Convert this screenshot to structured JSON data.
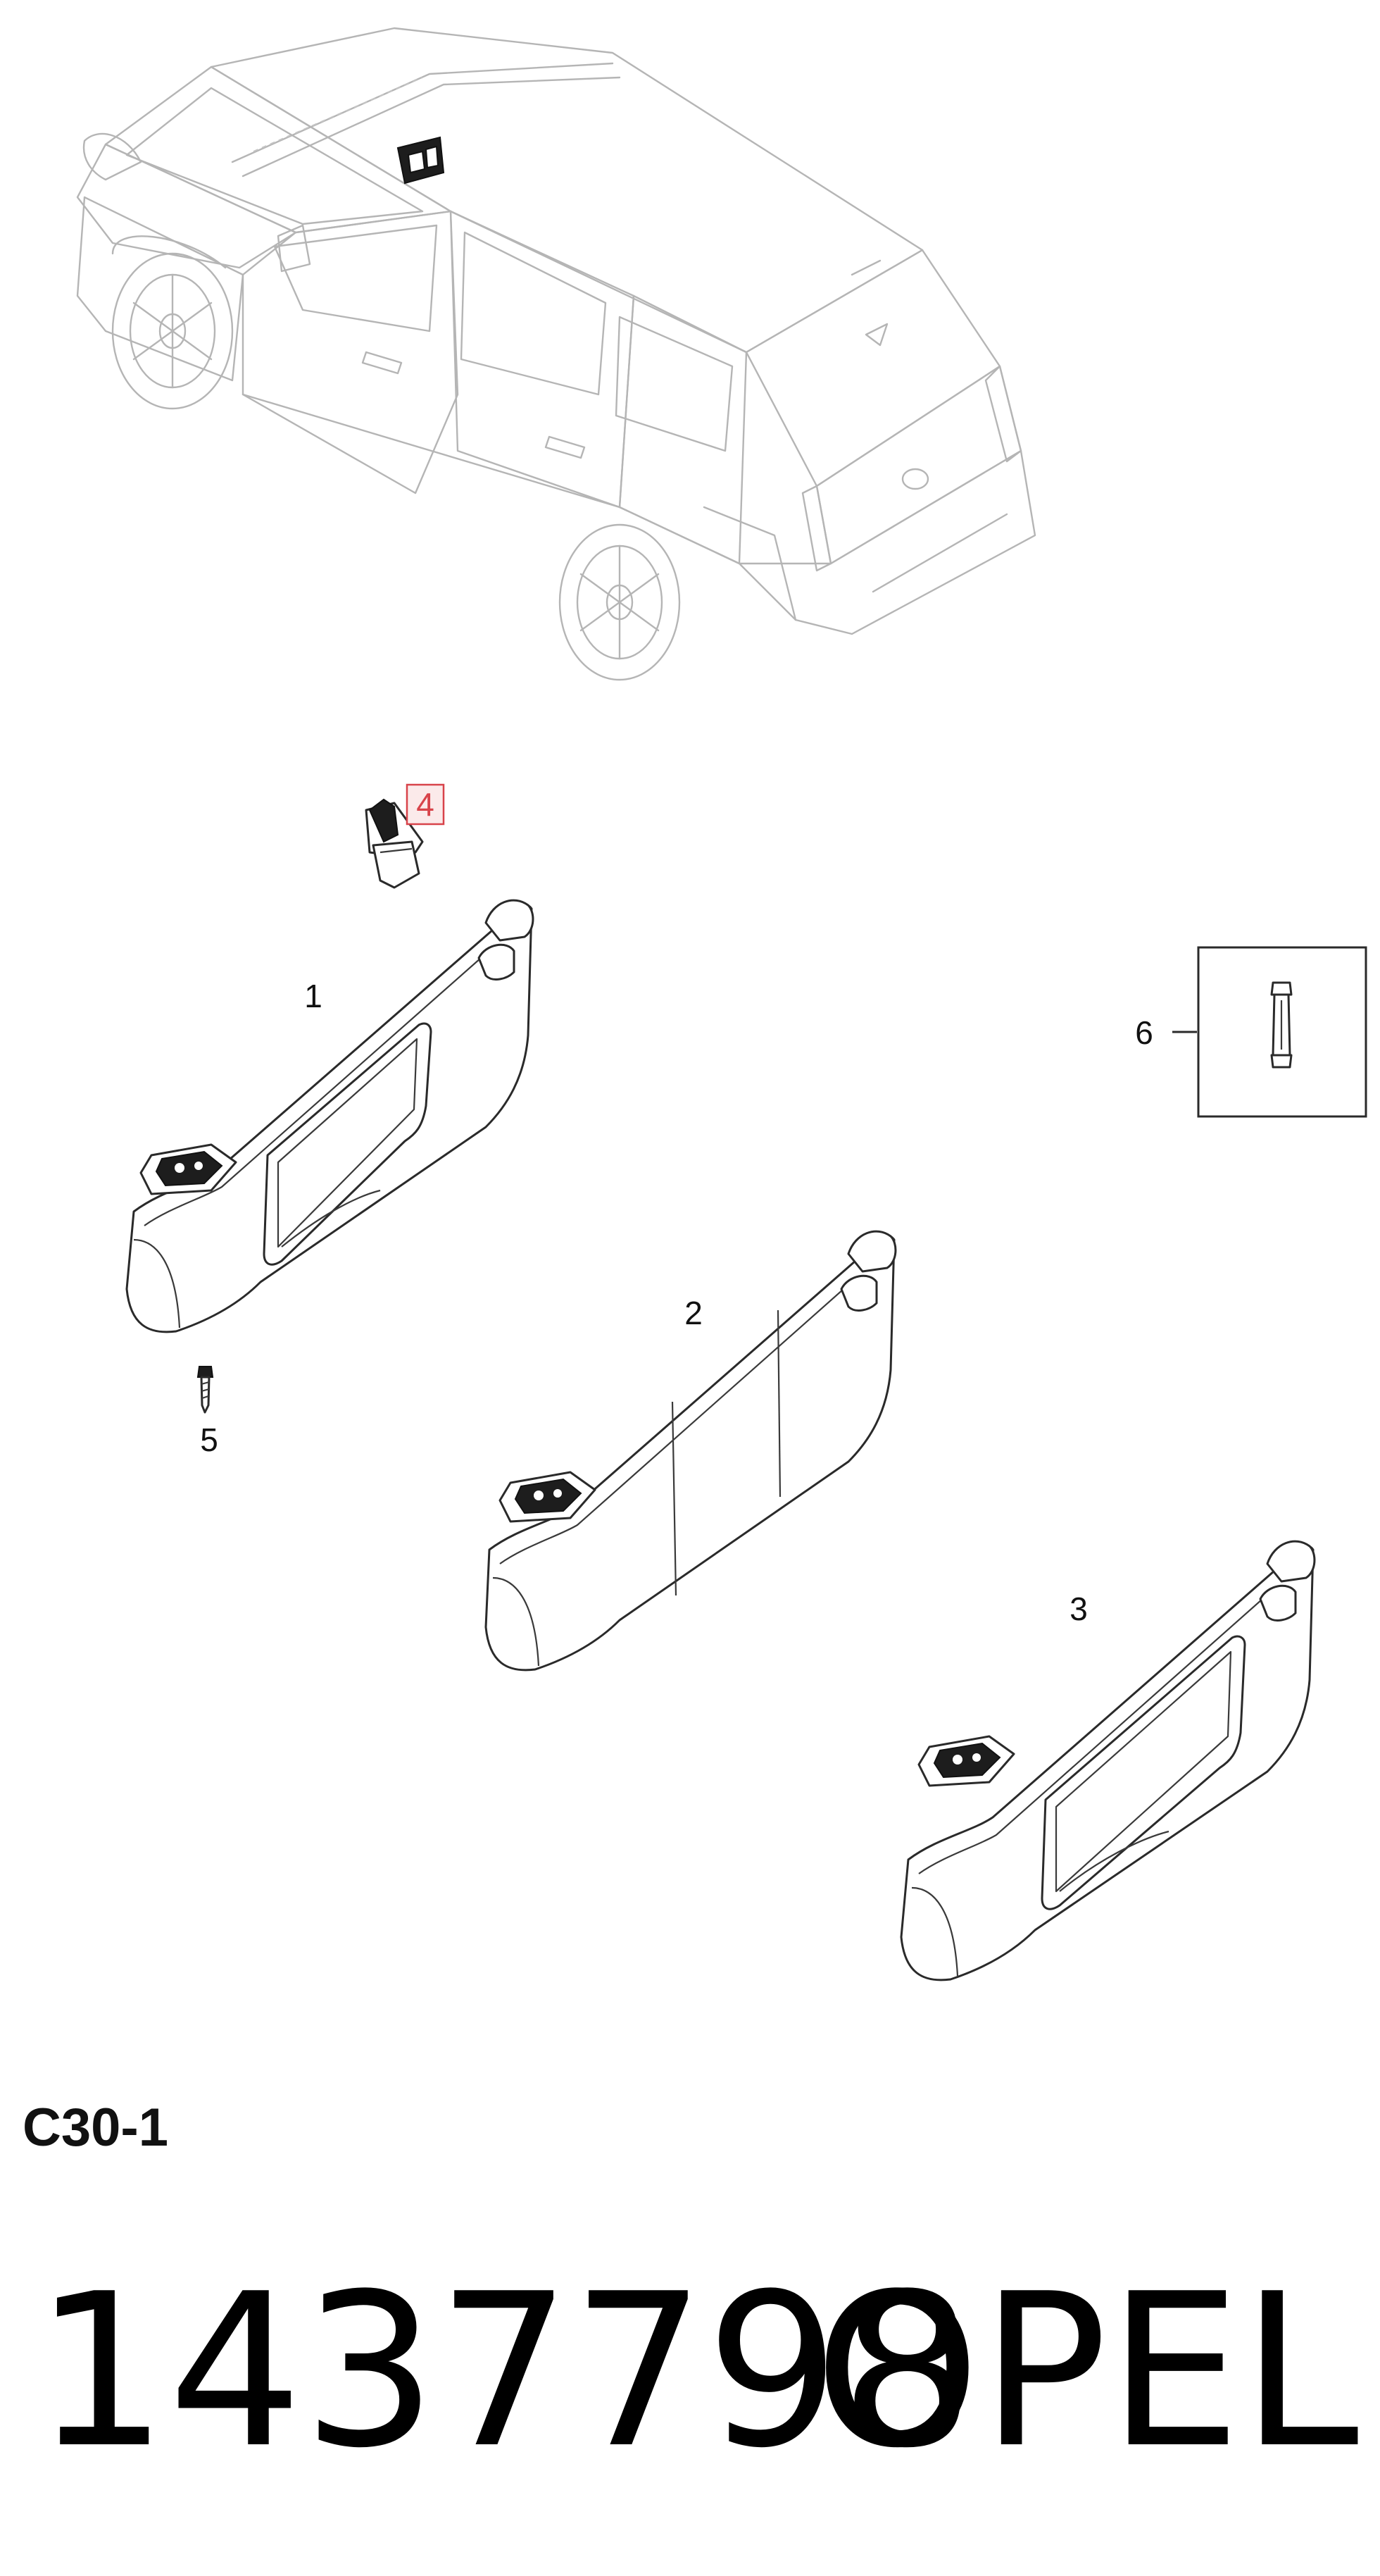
{
  "callouts": {
    "part_1": "1",
    "part_2": "2",
    "part_3": "3",
    "part_4": "4",
    "part_5": "5",
    "part_6": "6"
  },
  "section_code": "C30-1",
  "footer": {
    "part_number": "1437798",
    "brand": "OPEL"
  },
  "colors": {
    "highlight": "#d8434a",
    "line": "#2a2a2a",
    "car_outline": "#b5b5b5"
  }
}
